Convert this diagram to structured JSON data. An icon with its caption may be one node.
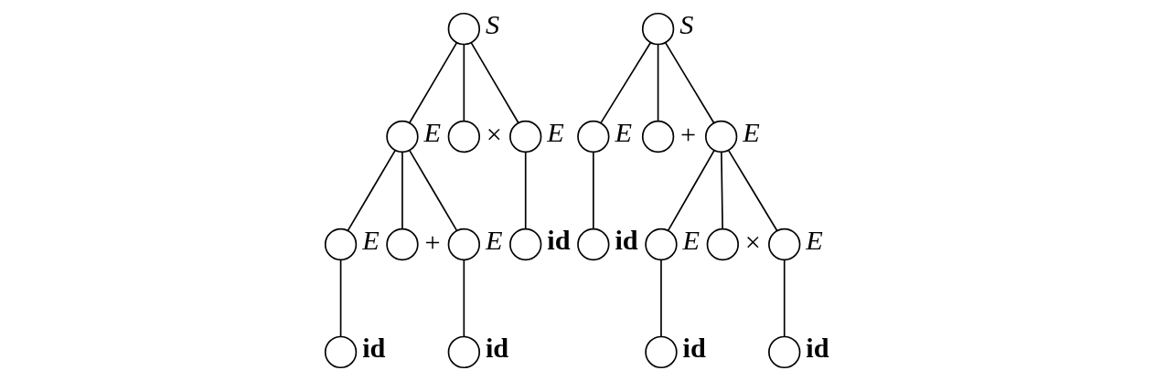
{
  "diagram": {
    "nodes": [
      {
        "text": [],
        "shape": "circle",
        "beside": [
          "S"
        ]
      },
      {
        "text": [],
        "shape": "circle",
        "beside": [
          "E"
        ]
      },
      {
        "text": [],
        "shape": "circle",
        "beside": [
          "×"
        ]
      },
      {
        "text": [],
        "shape": "circle",
        "beside": [
          "E"
        ]
      },
      {
        "text": [],
        "shape": "circle",
        "beside": [
          "E"
        ]
      },
      {
        "text": [],
        "shape": "circle",
        "beside": [
          "+"
        ]
      },
      {
        "text": [],
        "shape": "circle",
        "beside": [
          "E"
        ]
      },
      {
        "text": [],
        "shape": "circle",
        "beside": [
          "id"
        ]
      },
      {
        "text": [],
        "shape": "circle",
        "beside": [
          "id"
        ]
      },
      {
        "text": [],
        "shape": "circle",
        "beside": [
          "id"
        ]
      },
      {
        "text": [],
        "shape": "circle",
        "beside": [
          "S"
        ]
      },
      {
        "text": [],
        "shape": "circle",
        "beside": [
          "E"
        ]
      },
      {
        "text": [],
        "shape": "circle",
        "beside": [
          "+"
        ]
      },
      {
        "text": [],
        "shape": "circle",
        "beside": [
          "E"
        ]
      },
      {
        "text": [],
        "shape": "circle",
        "beside": [
          "id"
        ]
      },
      {
        "text": [],
        "shape": "circle",
        "beside": [
          "E"
        ]
      },
      {
        "text": [],
        "shape": "circle",
        "beside": [
          "×"
        ]
      },
      {
        "text": [],
        "shape": "circle",
        "beside": [
          "E"
        ]
      },
      {
        "text": [],
        "shape": "circle",
        "beside": [
          "id"
        ]
      },
      {
        "text": [],
        "shape": "circle",
        "beside": [
          "id"
        ]
      }
    ],
    "edges": [
      {
        "from": 0,
        "to": 1,
        "arrow": "none"
      },
      {
        "from": 0,
        "to": 2,
        "arrow": "none"
      },
      {
        "from": 0,
        "to": 3,
        "arrow": "none"
      },
      {
        "from": 1,
        "to": 4,
        "arrow": "none"
      },
      {
        "from": 1,
        "to": 5,
        "arrow": "none"
      },
      {
        "from": 1,
        "to": 6,
        "arrow": "none"
      },
      {
        "from": 3,
        "to": 7,
        "arrow": "none"
      },
      {
        "from": 4,
        "to": 8,
        "arrow": "none"
      },
      {
        "from": 6,
        "to": 9,
        "arrow": "none"
      },
      {
        "from": 10,
        "to": 11,
        "arrow": "none"
      },
      {
        "from": 10,
        "to": 12,
        "arrow": "none"
      },
      {
        "from": 10,
        "to": 13,
        "arrow": "none"
      },
      {
        "from": 11,
        "to": 14,
        "arrow": "none"
      },
      {
        "from": 13,
        "to": 15,
        "arrow": "none"
      },
      {
        "from": 13,
        "to": 16,
        "arrow": "none"
      },
      {
        "from": 13,
        "to": 17,
        "arrow": "none"
      },
      {
        "from": 15,
        "to": 18,
        "arrow": "none"
      },
      {
        "from": 17,
        "to": 19,
        "arrow": "none"
      }
    ]
  }
}
